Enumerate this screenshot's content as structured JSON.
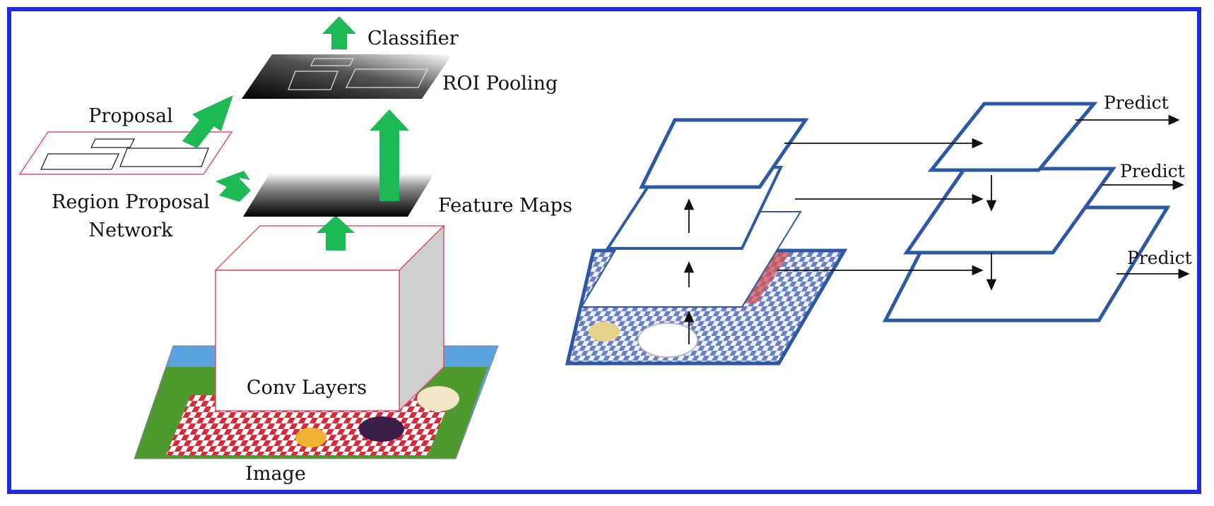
{
  "left_diagram": {
    "labels": {
      "classifier": "Classifier",
      "roi_pooling": "ROI Pooling",
      "proposal": "Proposal",
      "rpn_line1": "Region Proposal",
      "rpn_line2": "Network",
      "feature_maps": "Feature Maps",
      "conv_layers": "Conv Layers",
      "image": "Image"
    }
  },
  "right_diagram": {
    "predict_labels": [
      "Predict",
      "Predict",
      "Predict"
    ]
  },
  "colors": {
    "frame_border": "#1f2ad8",
    "arrow_green": "#1db954",
    "pyramid_blue": "#2c58a6",
    "proposal_red": "#e0506a"
  }
}
